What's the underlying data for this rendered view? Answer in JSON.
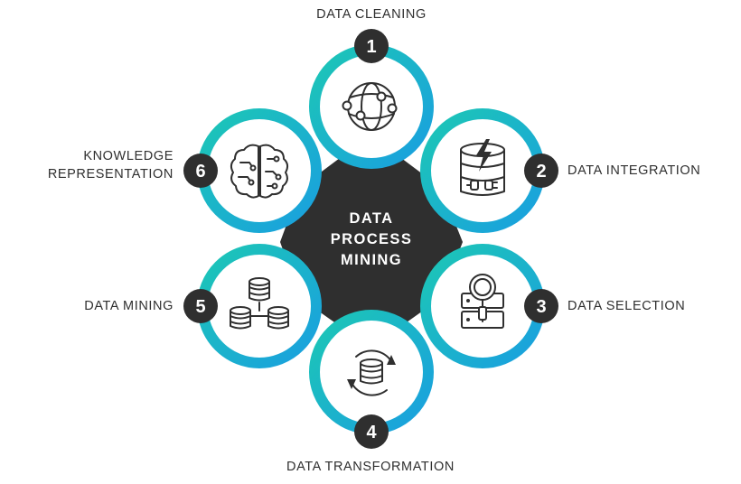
{
  "center": {
    "lines": [
      "DATA",
      "PROCESS",
      "MINING"
    ]
  },
  "steps": [
    {
      "number": "1",
      "label_lines": [
        "DATA CLEANING"
      ],
      "icon": "globe-network-icon"
    },
    {
      "number": "2",
      "label_lines": [
        "DATA INTEGRATION"
      ],
      "icon": "database-plug-icon"
    },
    {
      "number": "3",
      "label_lines": [
        "DATA SELECTION"
      ],
      "icon": "server-magnifier-icon"
    },
    {
      "number": "4",
      "label_lines": [
        "DATA TRANSFORMATION"
      ],
      "icon": "database-cycle-icon"
    },
    {
      "number": "5",
      "label_lines": [
        "DATA MINING"
      ],
      "icon": "database-hierarchy-icon"
    },
    {
      "number": "6",
      "label_lines": [
        "KNOWLEDGE",
        "REPRESENTATION"
      ],
      "icon": "brain-circuit-icon"
    }
  ],
  "colors": {
    "ring_start": "#1cc7b5",
    "ring_end": "#1a9fe0",
    "dark": "#2f2f2f",
    "text": "#2f2f2f",
    "white": "#ffffff"
  }
}
